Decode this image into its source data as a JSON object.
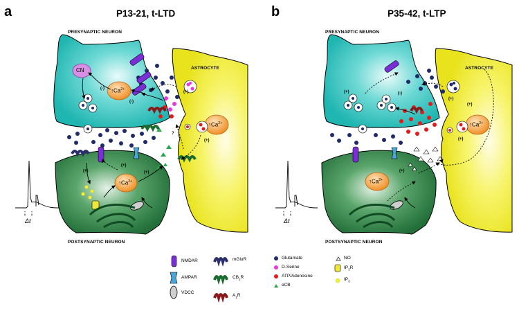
{
  "panels": [
    {
      "letter": "a",
      "title": "P13-21, t-LTD"
    },
    {
      "letter": "b",
      "title": "P35-42, t-LTP"
    }
  ],
  "labels": {
    "presynaptic": "PRESYNAPTIC NEURON",
    "postsynaptic": "POSTSYNAPTIC NEURON",
    "astrocyte": "ASTROCYTE",
    "cn": "CN",
    "ca": "↑Ca",
    "ca_sup": "2+",
    "dt": "Δt",
    "plus": "(+)",
    "minus": "(-)",
    "question": "?"
  },
  "legend": {
    "nmdar": "NMDAR",
    "ampar": "AMPAR",
    "vdcc": "VDCC",
    "mglur": "mGluR",
    "cb1r_main": "CB",
    "cb1r_sub": "1",
    "cb1r_end": "R",
    "a1r_main": "A",
    "a1r_sub": "1",
    "a1r_end": "R",
    "glutamate": "Glutamate",
    "dserine": "D-Serine",
    "atp": "ATP/Adenosine",
    "ecb": "eCB",
    "no": "NO",
    "ip3r_main": "IP",
    "ip3r_sub": "3",
    "ip3r_end": "R",
    "ip3_main": "IP",
    "ip3_sub": "3"
  },
  "colors": {
    "presynaptic": "#2bc4c0",
    "postsynaptic": "#2f8b4a",
    "astrocyte": "#f3ef2c",
    "calcium": "#f39a2a",
    "glutamate": "#1f2a6b",
    "dserine": "#e83ad9",
    "atp": "#e21c1c",
    "ecb": "#29a846",
    "ip3": "#f4f03a",
    "cn": "#d98ee6"
  }
}
